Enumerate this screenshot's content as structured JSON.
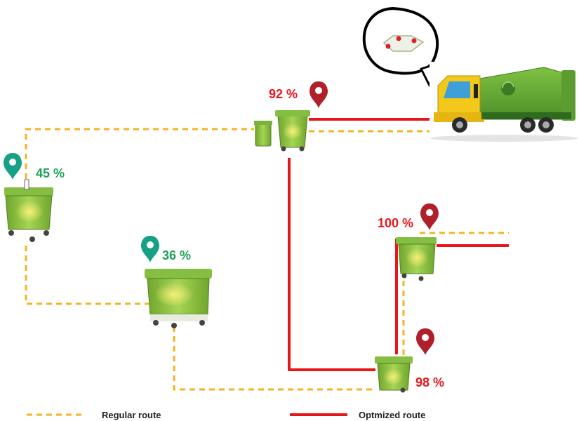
{
  "colors": {
    "regular_route": "#f5b324",
    "optimized_route": "#e8151b",
    "pin_low": "#16a085",
    "pin_high": "#b0202a",
    "pct_low": "#1fa25a",
    "pct_high": "#e8151b",
    "bin_green": "#8fc43f"
  },
  "bins": [
    {
      "id": "bin-1",
      "fill_percent": "45 %",
      "fill_level": 0.45,
      "status": "low"
    },
    {
      "id": "bin-2",
      "fill_percent": "36 %",
      "fill_level": 0.36,
      "status": "low"
    },
    {
      "id": "bin-3",
      "fill_percent": "92 %",
      "fill_level": 0.92,
      "status": "high"
    },
    {
      "id": "bin-4",
      "fill_percent": "100 %",
      "fill_level": 1.0,
      "status": "high"
    },
    {
      "id": "bin-5",
      "fill_percent": "98 %",
      "fill_level": 0.98,
      "status": "high"
    }
  ],
  "icons": [
    "location-pin-icon",
    "garbage-bin-icon",
    "garbage-truck-icon",
    "map-thought-bubble-icon"
  ],
  "legend": {
    "regular": "Regular route",
    "optimized": "Optmized route"
  }
}
